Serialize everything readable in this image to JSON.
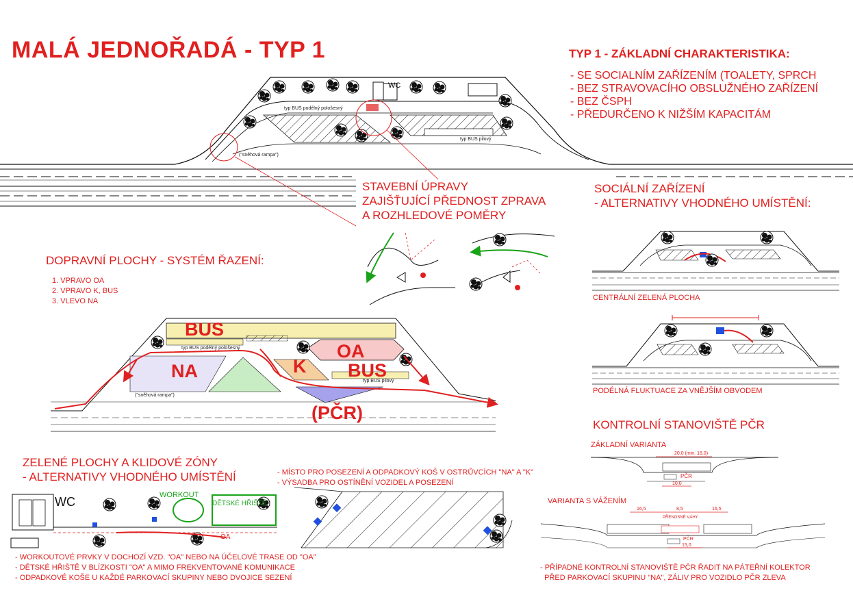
{
  "title": "MALÁ JEDNOŘADÁ - TYP 1",
  "characteristics": {
    "heading": "TYP 1 - ZÁKLADNÍ CHARAKTERISTIKA:",
    "items": [
      "- SE SOCIALNÍM ZAŘÍZENÍM (TOALETY, SPRCH",
      "- BEZ STRAVOVACÍHO OBSLUŽNÉHO ZAŘÍZENÍ",
      "- BEZ ČSPH",
      "- PŘEDURČENO K NIŽŠÍM KAPACITÁM"
    ]
  },
  "top_plan": {
    "wc_label": "WC",
    "bus_label": "typ BUS podélný pološesný",
    "bus_label2": "typ BUS pilový",
    "ramp_label": "(\"sněhová rampa\")"
  },
  "stavebni": {
    "lines": [
      "STAVEBNÍ ÚPRAVY",
      "ZAJIŠŤUJÍCÍ PŘEDNOST ZPRAVA",
      "A ROZHLEDOVÉ POMĚRY"
    ]
  },
  "social": {
    "lines": [
      "SOCIÁLNÍ ZAŘÍZENÍ",
      "- ALTERNATIVY VHODNÉHO UMÍSTĚNÍ:"
    ],
    "variant1": "CENTRÁLNÍ ZELENÁ PLOCHA",
    "variant2": "PODÉLNÁ FLUKTUACE ZA VNĚJŠÍM OBVODEM"
  },
  "traffic": {
    "heading": "DOPRAVNÍ PLOCHY - SYSTÉM ŘAZENÍ:",
    "items": [
      "1. VPRAVO OA",
      "2. VPRAVO K, BUS",
      "3. VLEVO NA"
    ],
    "zones": {
      "bus": "BUS",
      "oa": "OA",
      "na": "NA",
      "k": "K",
      "bus2": "BUS",
      "pcr": "(PČR)"
    },
    "small_bus": "typ BUS podélný pološesný",
    "small_ramp": "(\"sněhová rampa\")",
    "small_bus2": "typ BUS pilový"
  },
  "control": {
    "heading": "KONTROLNÍ STANOVIŠTĚ PČR",
    "basic": "ZÁKLADNÍ VARIANTA",
    "basic_dim1": "20,0 (min. 18,0)",
    "basic_dim2": "10,0",
    "basic_pcr": "PČR",
    "weight": "VARIANTA S VÁŽENÍM",
    "weight_dims": [
      "16,5",
      "8,5",
      "16,5"
    ],
    "weight_scale": "PŘENOSNÉ VÁHY",
    "weight_dim_bottom": "15,0",
    "weight_pcr": "PČR",
    "notes": [
      "- PŘÍPADNÉ KONTROLNÍ STANOVIŠTĚ PČR ŘADIT NA PÁTEŘNÍ KOLEKTOR",
      "  PŘED PARKOVACÍ SKUPINU \"NA\", ZÁLIV PRO VOZIDLO PČR ZLEVA"
    ]
  },
  "green": {
    "lines": [
      "ZELENÉ PLOCHY A KLIDOVÉ ZÓNY",
      "- ALTERNATIVY VHODNÉHO UMÍSTĚNÍ"
    ],
    "wc": "WC",
    "workout": "WORKOUT",
    "playground": "DĚTSKÉ HŘIŠTĚ",
    "oa": "OA",
    "mid_notes": [
      "- MÍSTO PRO POSEZENÍ A ODPADKOVÝ KOŠ V OSTRŮVCÍCH \"NA\" A \"K\"",
      "- VÝSADBA PRO OSTÍNĚNÍ VOZIDEL A POSEZENÍ"
    ],
    "notes": [
      "- WORKOUTOVÉ PRVKY V DOCHOZÍ VZD. \"OA\" NEBO NA ÚČELOVÉ TRASE OD \"OA\"",
      "- DĚTSKÉ HŘIŠTĚ V BLÍZKOSTI \"OA\" A MIMO FREKVENTOVANÉ KOMUNIKACE",
      "- ODPADKOVÉ KOŠE U KAŽDÉ PARKOVACÍ SKUPINY NEBO DVOJICE SEZENÍ"
    ]
  },
  "colors": {
    "red": "#e02020",
    "green": "#19a319",
    "bus_fill": "#f6efb0",
    "oa_fill": "#f7c9c9",
    "na_fill": "#e6e4f6",
    "green_fill": "#c8ecc4",
    "k_fill": "#f6cfa0",
    "pcr_fill": "#a6a2ec"
  }
}
